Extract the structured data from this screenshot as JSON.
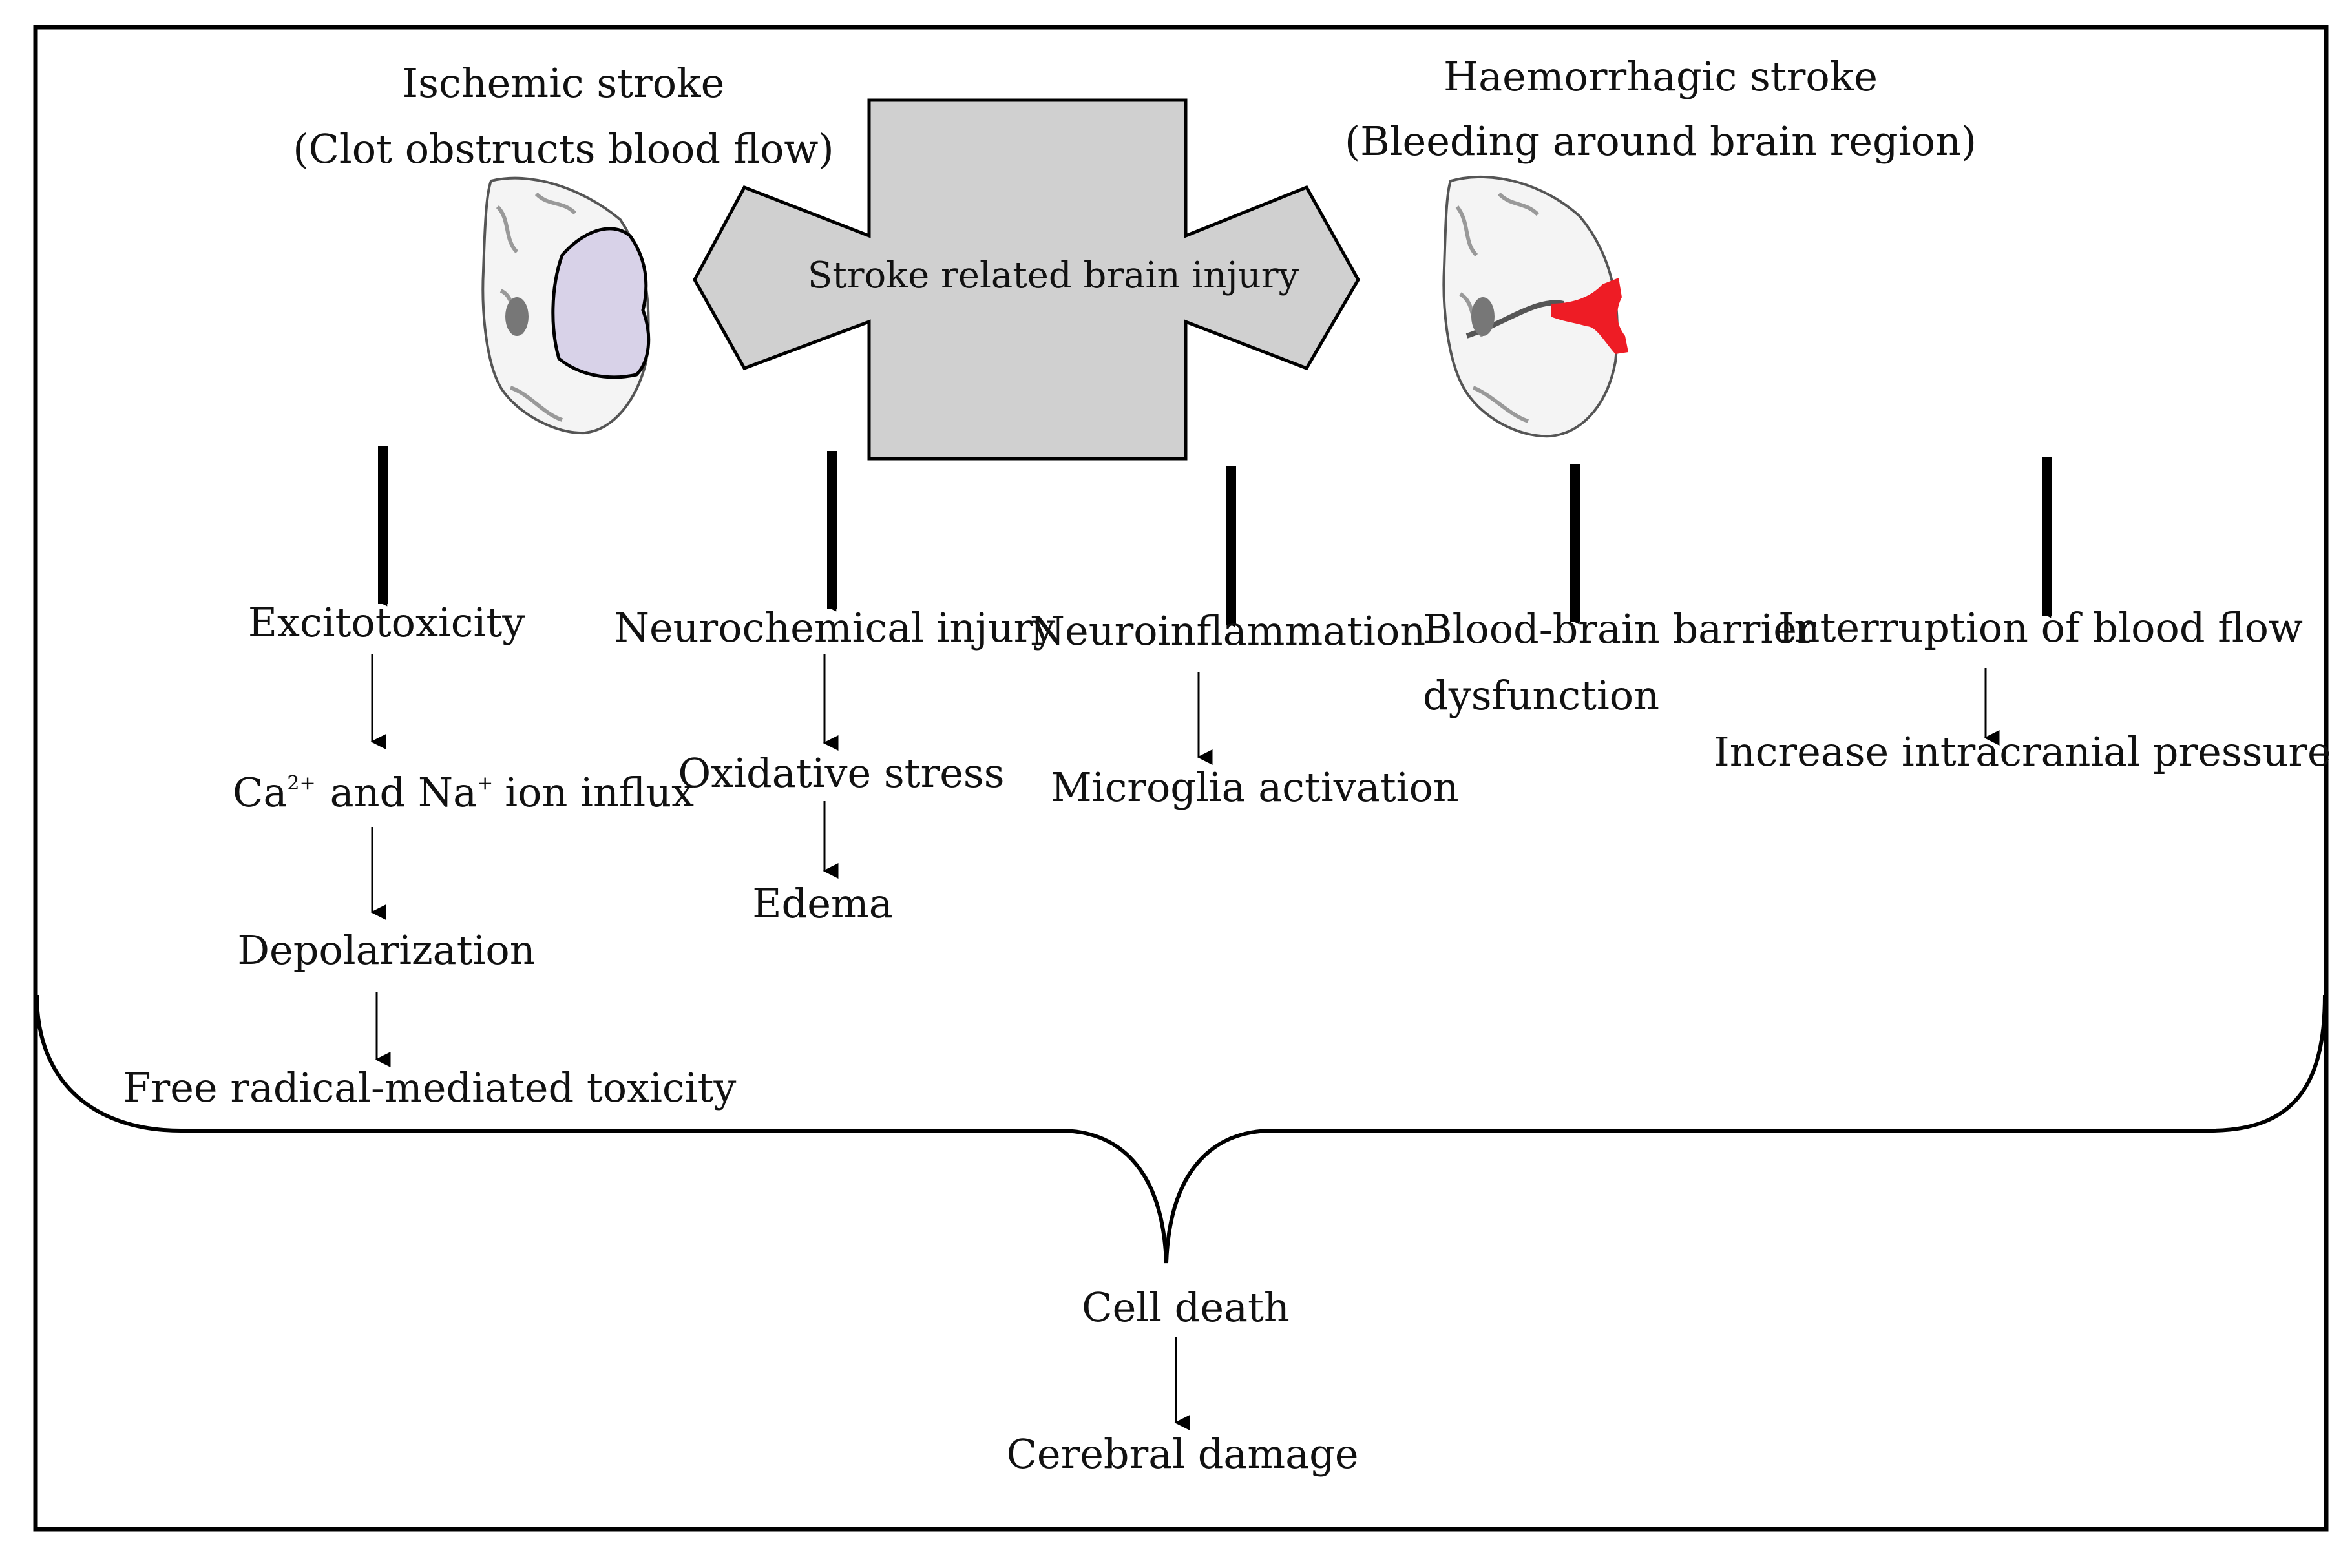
{
  "ischemic": {
    "title": "Ischemic stroke",
    "subtitle": "(Clot obstructs blood flow)"
  },
  "haemorrhagic": {
    "title": "Haemorrhagic stroke",
    "subtitle": "(Bleeding around brain region)"
  },
  "center": {
    "label": "Stroke related brain injury"
  },
  "branches": {
    "excitotoxicity": {
      "title": "Excitotoxicity",
      "ion_ca": "Ca",
      "ion_ca_sup": "2+",
      "ion_and": "and Na",
      "ion_na_sup": "+",
      "ion_rest": "ion influx",
      "depolarization": "Depolarization",
      "free_radical": "Free radical-mediated toxicity"
    },
    "neurochemical": {
      "title": "Neurochemical injury",
      "oxidative": "Oxidative stress",
      "edema": "Edema"
    },
    "neuroinflammation": {
      "title": "Neuroinflammation",
      "microglia": "Microglia activation"
    },
    "bbb": {
      "line1": "Blood-brain barrier",
      "line2": "dysfunction"
    },
    "interruption": {
      "title": "Interruption of blood flow",
      "pressure": "Increase intracranial pressure"
    }
  },
  "outcome": {
    "cell_death": "Cell death",
    "cerebral_damage": "Cerebral damage"
  },
  "colors": {
    "clot_region": "#d8d2e8",
    "bleed_region": "#ee1c25",
    "center_arrow_fill": "#d0d0d0",
    "stroke": "#000000"
  }
}
